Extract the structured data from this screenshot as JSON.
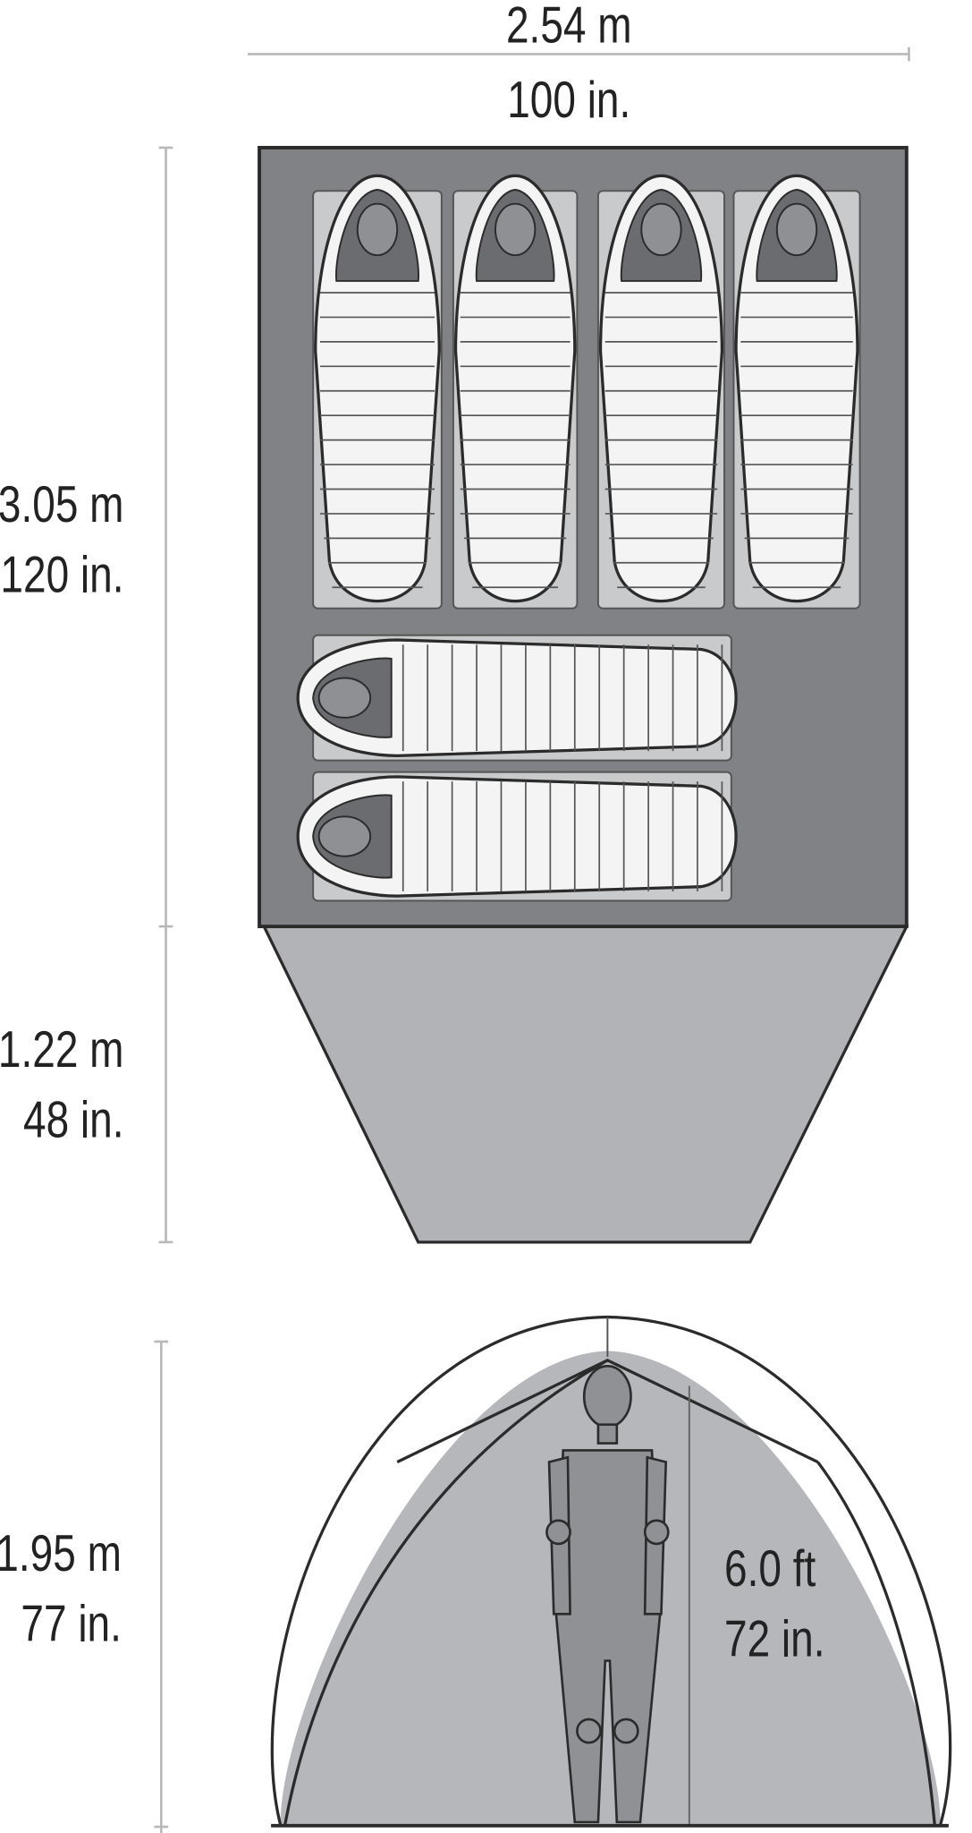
{
  "floor_plan": {
    "width_metric": "2.54 m",
    "width_imperial": "100 in.",
    "length_metric": "3.05 m",
    "length_imperial": "120 in.",
    "vestibule_metric": "1.22 m",
    "vestibule_imperial": "48 in.",
    "sleepers_vertical": 4,
    "sleepers_horizontal": 2
  },
  "side_view": {
    "peak_height_metric": "1.95 m",
    "peak_height_imperial": "77 in.",
    "person_height_ft": "6.0 ft",
    "person_height_imperial": "72 in."
  },
  "colors": {
    "tent_floor": "#808285",
    "vestibule": "#b1b3b6",
    "pad": "#c9cacc",
    "outline": "#2b2b2b",
    "dome": "#b5b7bb",
    "person": "#8f9195"
  }
}
